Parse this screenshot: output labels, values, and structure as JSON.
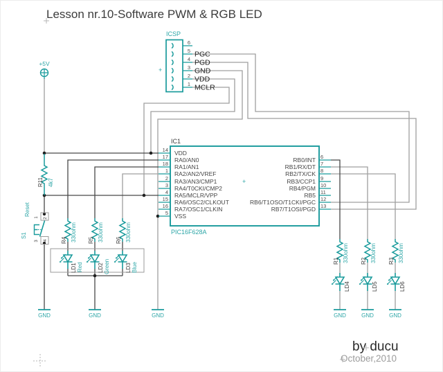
{
  "title": "Lesson nr.10-Software PWM & RGB LED",
  "credit": {
    "by": "by ducu",
    "date": "October,2010"
  },
  "colors": {
    "accent_teal": "#189a9b",
    "wire_gray": "#9f9f9f",
    "wire_dark": "#474747",
    "text_dark": "#3c3c3c"
  },
  "symbols": {
    "plus": "+"
  },
  "power": {
    "vcc": "+5V",
    "gnd": "GND"
  },
  "icsp": {
    "name": "ICSP",
    "pins": [
      {
        "num": "6",
        "label": ""
      },
      {
        "num": "5",
        "label": "PGC"
      },
      {
        "num": "4",
        "label": "PGD"
      },
      {
        "num": "3",
        "label": "GND"
      },
      {
        "num": "2",
        "label": "VDD"
      },
      {
        "num": "1",
        "label": "MCLR"
      }
    ]
  },
  "ic1": {
    "designator": "IC1",
    "part": "PIC16F628A",
    "left_pins": [
      {
        "num": "14",
        "name": "VDD"
      },
      {
        "num": "17",
        "name": "RA0/AN0"
      },
      {
        "num": "18",
        "name": "RA1/AN1"
      },
      {
        "num": "1",
        "name": "RA2/AN2/VREF"
      },
      {
        "num": "2",
        "name": "RA3/AN3/CMP1"
      },
      {
        "num": "3",
        "name": "RA4/T0CKI/CMP2"
      },
      {
        "num": "4",
        "name": "RA5/MCLR/VPP"
      },
      {
        "num": "15",
        "name": "RA6/OSC2/CLKOUT"
      },
      {
        "num": "16",
        "name": "RA7/OSC1/CLKIN"
      },
      {
        "num": "5",
        "name": "VSS"
      }
    ],
    "right_pins": [
      {
        "num": "6",
        "name": "RB0/INT"
      },
      {
        "num": "7",
        "name": "RB1/RX/DT"
      },
      {
        "num": "8",
        "name": "RB2/TX/CK"
      },
      {
        "num": "9",
        "name": "RB3/CCP1"
      },
      {
        "num": "10",
        "name": "RB4/PGM"
      },
      {
        "num": "11",
        "name": "RB5"
      },
      {
        "num": "12",
        "name": "RB6/T1OSO/T1CKI/PGC"
      },
      {
        "num": "13",
        "name": "RB7/T1OSI/PGD"
      }
    ]
  },
  "switch": {
    "ref": "S1",
    "label": "Reset",
    "pin1": "1",
    "pin2": "2",
    "pin3": "3",
    "pin4": "4"
  },
  "resistors": {
    "r11": {
      "ref": "R11",
      "value": "4k7"
    },
    "r4": {
      "ref": "R4",
      "value": "330ohm"
    },
    "r5": {
      "ref": "R5",
      "value": "330ohm"
    },
    "r6": {
      "ref": "R6",
      "value": "330ohm"
    },
    "r1": {
      "ref": "R1",
      "value": "330ohm"
    },
    "r2": {
      "ref": "R2",
      "value": "330ohm"
    },
    "r3": {
      "ref": "R3",
      "value": "330ohm"
    }
  },
  "leds": {
    "ld1": {
      "ref": "LD1",
      "color": "Red"
    },
    "ld2": {
      "ref": "LD2",
      "color": "Green"
    },
    "ld3": {
      "ref": "LD3",
      "color": "Blue"
    },
    "ld4": {
      "ref": "LD4"
    },
    "ld5": {
      "ref": "LD5"
    },
    "ld6": {
      "ref": "LD6"
    }
  }
}
